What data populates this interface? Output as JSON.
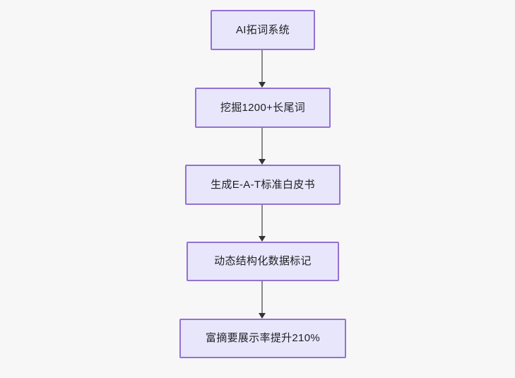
{
  "diagram": {
    "type": "flowchart",
    "orientation": "top-to-bottom",
    "background_color": "#f7f7f8",
    "node_fill_color": "#e8e6fb",
    "node_border_color": "#9471d2",
    "node_text_color": "#1f2023",
    "connector_line_color": "#8a8a8a",
    "connector_arrow_color": "#333333",
    "nodes": [
      {
        "id": "node-0",
        "label": "AI拓词系统"
      },
      {
        "id": "node-1",
        "label": "挖掘1200+长尾词"
      },
      {
        "id": "node-2",
        "label": "生成E-A-T标准白皮书"
      },
      {
        "id": "node-3",
        "label": "动态结构化数据标记"
      },
      {
        "id": "node-4",
        "label": "富摘要展示率提升210%"
      }
    ],
    "edges": [
      {
        "id": "conn-0",
        "from": "node-0",
        "to": "node-1",
        "label": ""
      },
      {
        "id": "conn-1",
        "from": "node-1",
        "to": "node-2",
        "label": ""
      },
      {
        "id": "conn-2",
        "from": "node-2",
        "to": "node-3",
        "label": ""
      },
      {
        "id": "conn-3",
        "from": "node-3",
        "to": "node-4",
        "label": ""
      }
    ]
  }
}
